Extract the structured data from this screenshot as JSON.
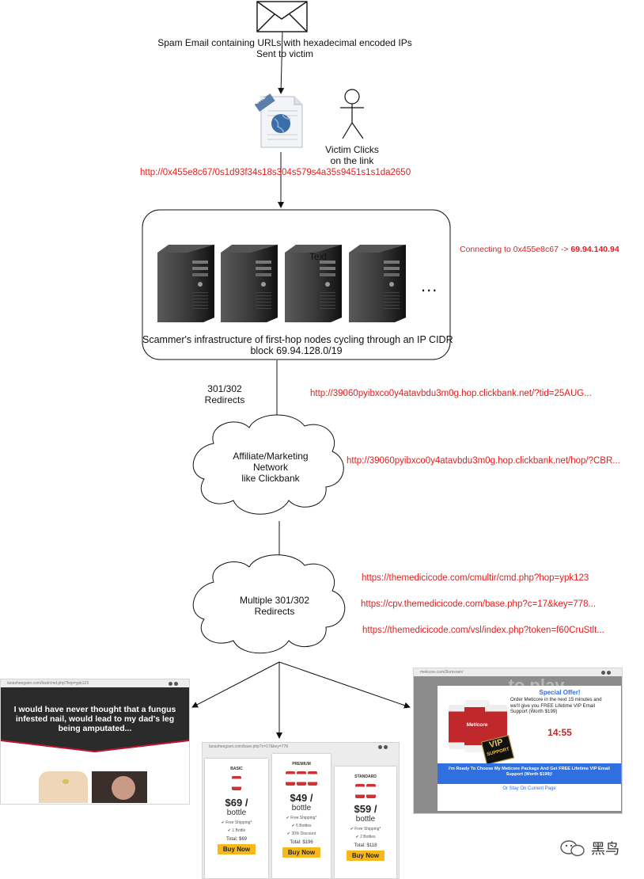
{
  "email_step": {
    "icon": "envelope-icon",
    "caption_line1": "Spam Email containing URLs with hexadecimal encoded IPs",
    "caption_line2": "Sent to victim"
  },
  "url_step": {
    "doc_icon_label": "URL",
    "victim_caption_line1": "Victim Clicks",
    "victim_caption_line2": "on the link",
    "url_text": "http://0x455e8c67/0s1d93f34s18s304s579s4a35s9451s1s1da2650"
  },
  "infrastructure": {
    "server_count": 4,
    "ellipsis": "...",
    "overlay_text": "Text",
    "caption_line1": "Scammer's infrastructure of first-hop nodes cycling through an IP CIDR",
    "caption_line2": "block 69.94.128.0/19",
    "connecting_prefix": "Connecting to 0x455e8c67 -> ",
    "connecting_ip": "69.94.140.94"
  },
  "redirect_step": {
    "label_line1": "301/302",
    "label_line2": "Redirects",
    "url_text": "http://39060pyibxco0y4atavbdu3m0g.hop.clickbank.net/?tid=25AUG..."
  },
  "affiliate_cloud": {
    "line1": "Affiliate/Marketing",
    "line2": "Network",
    "line3": "like Clickbank",
    "url_text": "http://39060pyibxco0y4atavbdu3m0g.hop.clickbank.net/hop/?CBR..."
  },
  "multi_redirect_cloud": {
    "line1": "Multiple 301/302",
    "line2": "Redirects",
    "urls": [
      "https://themedicicode.com/cmultir/cmd.php?hop=ypk123",
      "https://cpv.themedicicode.com/base.php?c=17&key=778...",
      "https://themedicicode.com/vsl/index.php?token=f60CruStlt..."
    ]
  },
  "landing_pages": {
    "left": {
      "headline": "I would have never thought that a fungus infested nail, would lead to my dad's leg being amputated...",
      "url": "lanasheegsen.com/lksd/cmd.php?hop=ypk123"
    },
    "middle": {
      "url": "lanasheegsen.com/base.php?c=17&key=778",
      "plans": [
        {
          "name": "BASIC",
          "price": "$69",
          "unit": "bottle",
          "features": [
            "Free Shipping*",
            "1 Bottle"
          ],
          "total": "Total: $69",
          "buy": "Buy Now"
        },
        {
          "name": "PREMIUM",
          "price": "$49",
          "unit": "bottle",
          "features": [
            "Free Shipping*",
            "6 Bottles",
            "30% Discount"
          ],
          "total": "Total: $196",
          "buy": "Buy Now"
        },
        {
          "name": "STANDARD",
          "price": "$59",
          "unit": "bottle",
          "features": [
            "Free Shipping*",
            "2 Bottles"
          ],
          "total": "Total: $118",
          "buy": "Buy Now"
        }
      ]
    },
    "right": {
      "url": "meticore.com/3lomvoen/",
      "bg_text": "to play video!",
      "offer_title": "Special Offer!",
      "offer_body": "Order Meticore in the next 15 minutes and we'll give you FREE Lifetime VIP Email Support (Worth $199)",
      "timer": "14:55",
      "badge_line1": "VIP",
      "badge_line2": "SUPPORT",
      "cta": "I'm Ready To Choose My Meticore Package And Get FREE Lifetime VIP Email Support (Worth $199)!",
      "stay": "Or Stay On Current Page",
      "product": "Meticore"
    }
  },
  "watermark": {
    "text": "黑鸟"
  },
  "colors": {
    "url_red": "#e02020",
    "line": "#111111",
    "cta_blue": "#2f6fe0",
    "buy_yellow": "#f7b81a"
  }
}
